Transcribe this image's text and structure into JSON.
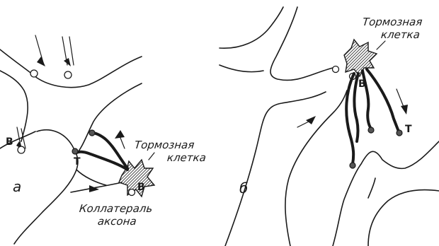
{
  "panels": {
    "a": {
      "panel_label": "а",
      "inhibitory_cell_label": [
        "Тормозная",
        "клетка"
      ],
      "collateral_label": [
        "Коллатераль",
        "аксона"
      ],
      "synapse_labels": {
        "b_left": "В",
        "t": "Т",
        "b_cell": "В"
      }
    },
    "b": {
      "panel_label": "б",
      "inhibitory_cell_label": [
        "Тормозная",
        "клетка"
      ],
      "synapse_labels": {
        "b": "В",
        "t": "Т"
      }
    }
  }
}
